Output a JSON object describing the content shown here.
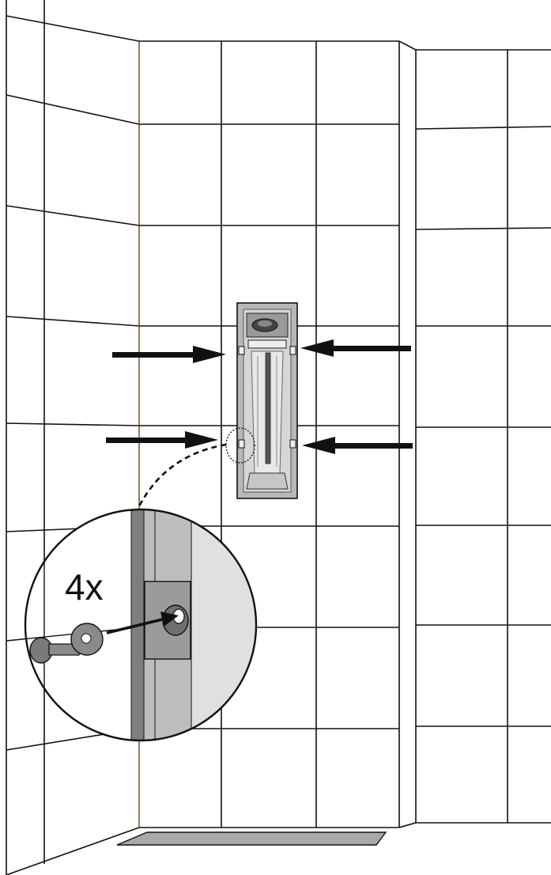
{
  "diagram": {
    "callout_label": "4x",
    "icons": [
      "tiled-shower-corner",
      "wall-niche-unit",
      "mounting-arrow",
      "mounting-screw-with-washer",
      "magnifier-callout"
    ],
    "colors": {
      "line": "#111111",
      "grout_accent": "#7a5a2a",
      "niche_frame": "#b7b7b7",
      "niche_inner": "#d6d6d6",
      "niche_light": "#e8e8e8",
      "floor_drain": "#a9a9a9"
    }
  }
}
